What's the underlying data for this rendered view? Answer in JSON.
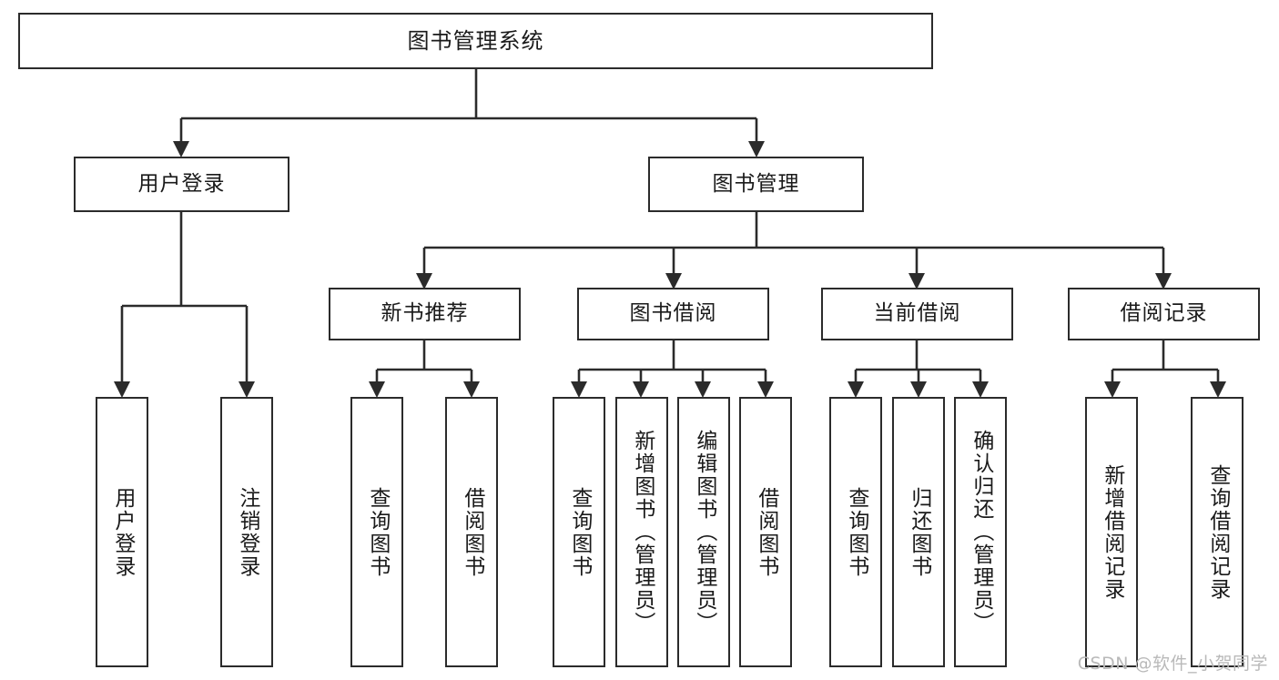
{
  "diagram": {
    "title": "图书管理系统",
    "type": "tree-hierarchy-chart",
    "watermark": "CSDN @软件_小贺同学",
    "colors": {
      "box_border": "#2b2b2b",
      "box_fill": "#ffffff",
      "edge": "#2b2b2b",
      "text": "#1a1a1a",
      "watermark": "#b9b9b9",
      "background": "#ffffff"
    },
    "nodes": {
      "root": {
        "label": "图书管理系统"
      },
      "level2": [
        {
          "id": "user-login",
          "label": "用户登录"
        },
        {
          "id": "book-manage",
          "label": "图书管理"
        }
      ],
      "level3": [
        {
          "id": "new-book-rec",
          "label": "新书推荐"
        },
        {
          "id": "book-borrow",
          "label": "图书借阅"
        },
        {
          "id": "current-borrow",
          "label": "当前借阅"
        },
        {
          "id": "borrow-record",
          "label": "借阅记录"
        }
      ],
      "leaves": [
        {
          "id": "leaf-user-login",
          "label": "用户登录",
          "parent": "user-login"
        },
        {
          "id": "leaf-logout",
          "label": "注销登录",
          "parent": "user-login"
        },
        {
          "id": "leaf-query-book-1",
          "label": "查询图书",
          "parent": "new-book-rec"
        },
        {
          "id": "leaf-borrow-book-1",
          "label": "借阅图书",
          "parent": "new-book-rec"
        },
        {
          "id": "leaf-query-book-2",
          "label": "查询图书",
          "parent": "book-borrow"
        },
        {
          "id": "leaf-add-book",
          "label": "新增图书（管理员）",
          "parent": "book-borrow"
        },
        {
          "id": "leaf-edit-book",
          "label": "编辑图书（管理员）",
          "parent": "book-borrow"
        },
        {
          "id": "leaf-borrow-book-2",
          "label": "借阅图书",
          "parent": "book-borrow"
        },
        {
          "id": "leaf-query-book-3",
          "label": "查询图书",
          "parent": "current-borrow"
        },
        {
          "id": "leaf-return-book",
          "label": "归还图书",
          "parent": "current-borrow"
        },
        {
          "id": "leaf-confirm-return",
          "label": "确认归还（管理员）",
          "parent": "current-borrow"
        },
        {
          "id": "leaf-add-record",
          "label": "新增借阅记录",
          "parent": "borrow-record"
        },
        {
          "id": "leaf-query-record",
          "label": "查询借阅记录",
          "parent": "borrow-record"
        }
      ]
    }
  }
}
